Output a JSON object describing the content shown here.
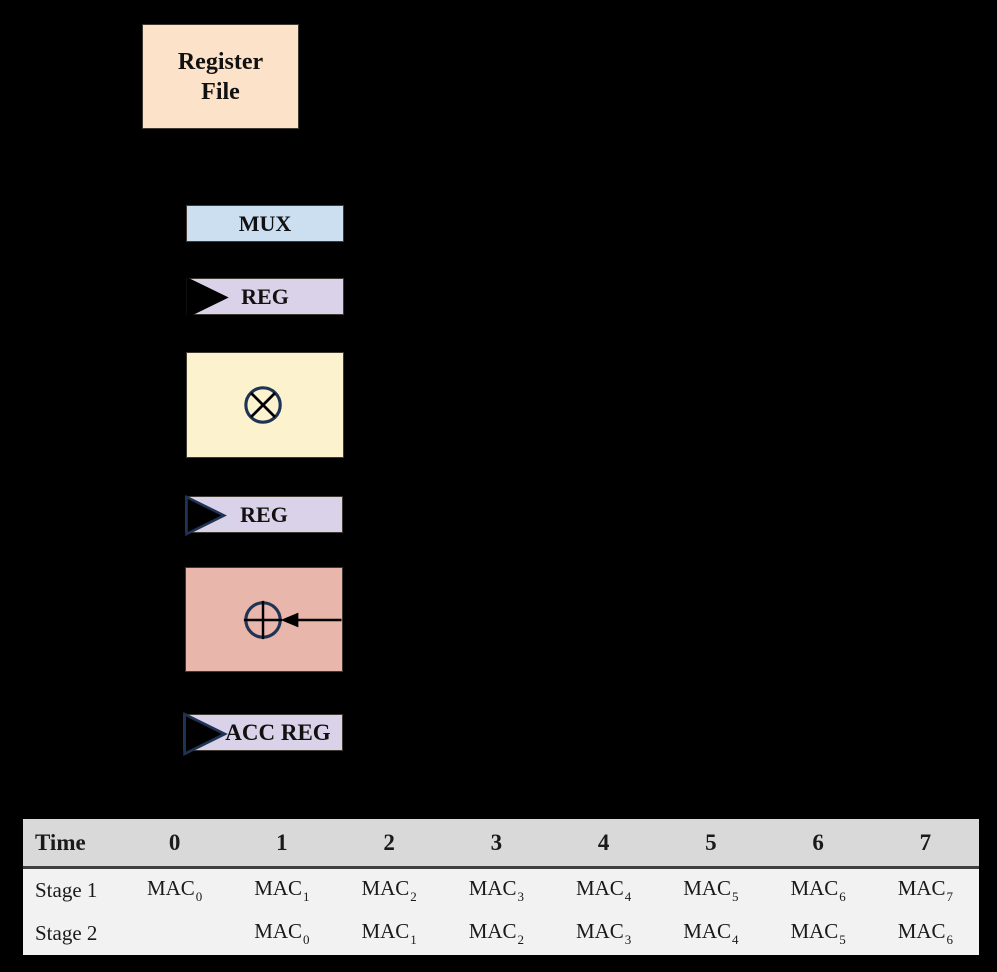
{
  "colors": {
    "background": "#000000",
    "register_file_fill": "#FBE2C8",
    "mux_fill": "#CBDFF0",
    "reg_fill": "#D9D2E9",
    "multiplier_fill": "#FDF2CE",
    "adder_fill": "#E9B6AB",
    "table_header_bg": "#D9D9D9",
    "table_body_bg": "#F2F2F2",
    "symbol_stroke": "#1F3354"
  },
  "pipeline": {
    "register_file_label": "Register File",
    "mux_label": "MUX",
    "reg1_label": "REG",
    "multiplier_symbol": "⊗",
    "reg2_label": "REG",
    "adder_symbol": "⊕",
    "acc_reg_label": "ACC REG"
  },
  "schedule_table": {
    "header": [
      "Time",
      "0",
      "1",
      "2",
      "3",
      "4",
      "5",
      "6",
      "7"
    ],
    "rows": [
      {
        "label": "Stage 1",
        "cells": [
          {
            "base": "MAC",
            "sub": "0"
          },
          {
            "base": "MAC",
            "sub": "1"
          },
          {
            "base": "MAC",
            "sub": "2"
          },
          {
            "base": "MAC",
            "sub": "3"
          },
          {
            "base": "MAC",
            "sub": "4"
          },
          {
            "base": "MAC",
            "sub": "5"
          },
          {
            "base": "MAC",
            "sub": "6"
          },
          {
            "base": "MAC",
            "sub": "7"
          }
        ]
      },
      {
        "label": "Stage 2",
        "cells": [
          null,
          {
            "base": "MAC",
            "sub": "0"
          },
          {
            "base": "MAC",
            "sub": "1"
          },
          {
            "base": "MAC",
            "sub": "2"
          },
          {
            "base": "MAC",
            "sub": "3"
          },
          {
            "base": "MAC",
            "sub": "4"
          },
          {
            "base": "MAC",
            "sub": "5"
          },
          {
            "base": "MAC",
            "sub": "6"
          }
        ]
      }
    ]
  }
}
